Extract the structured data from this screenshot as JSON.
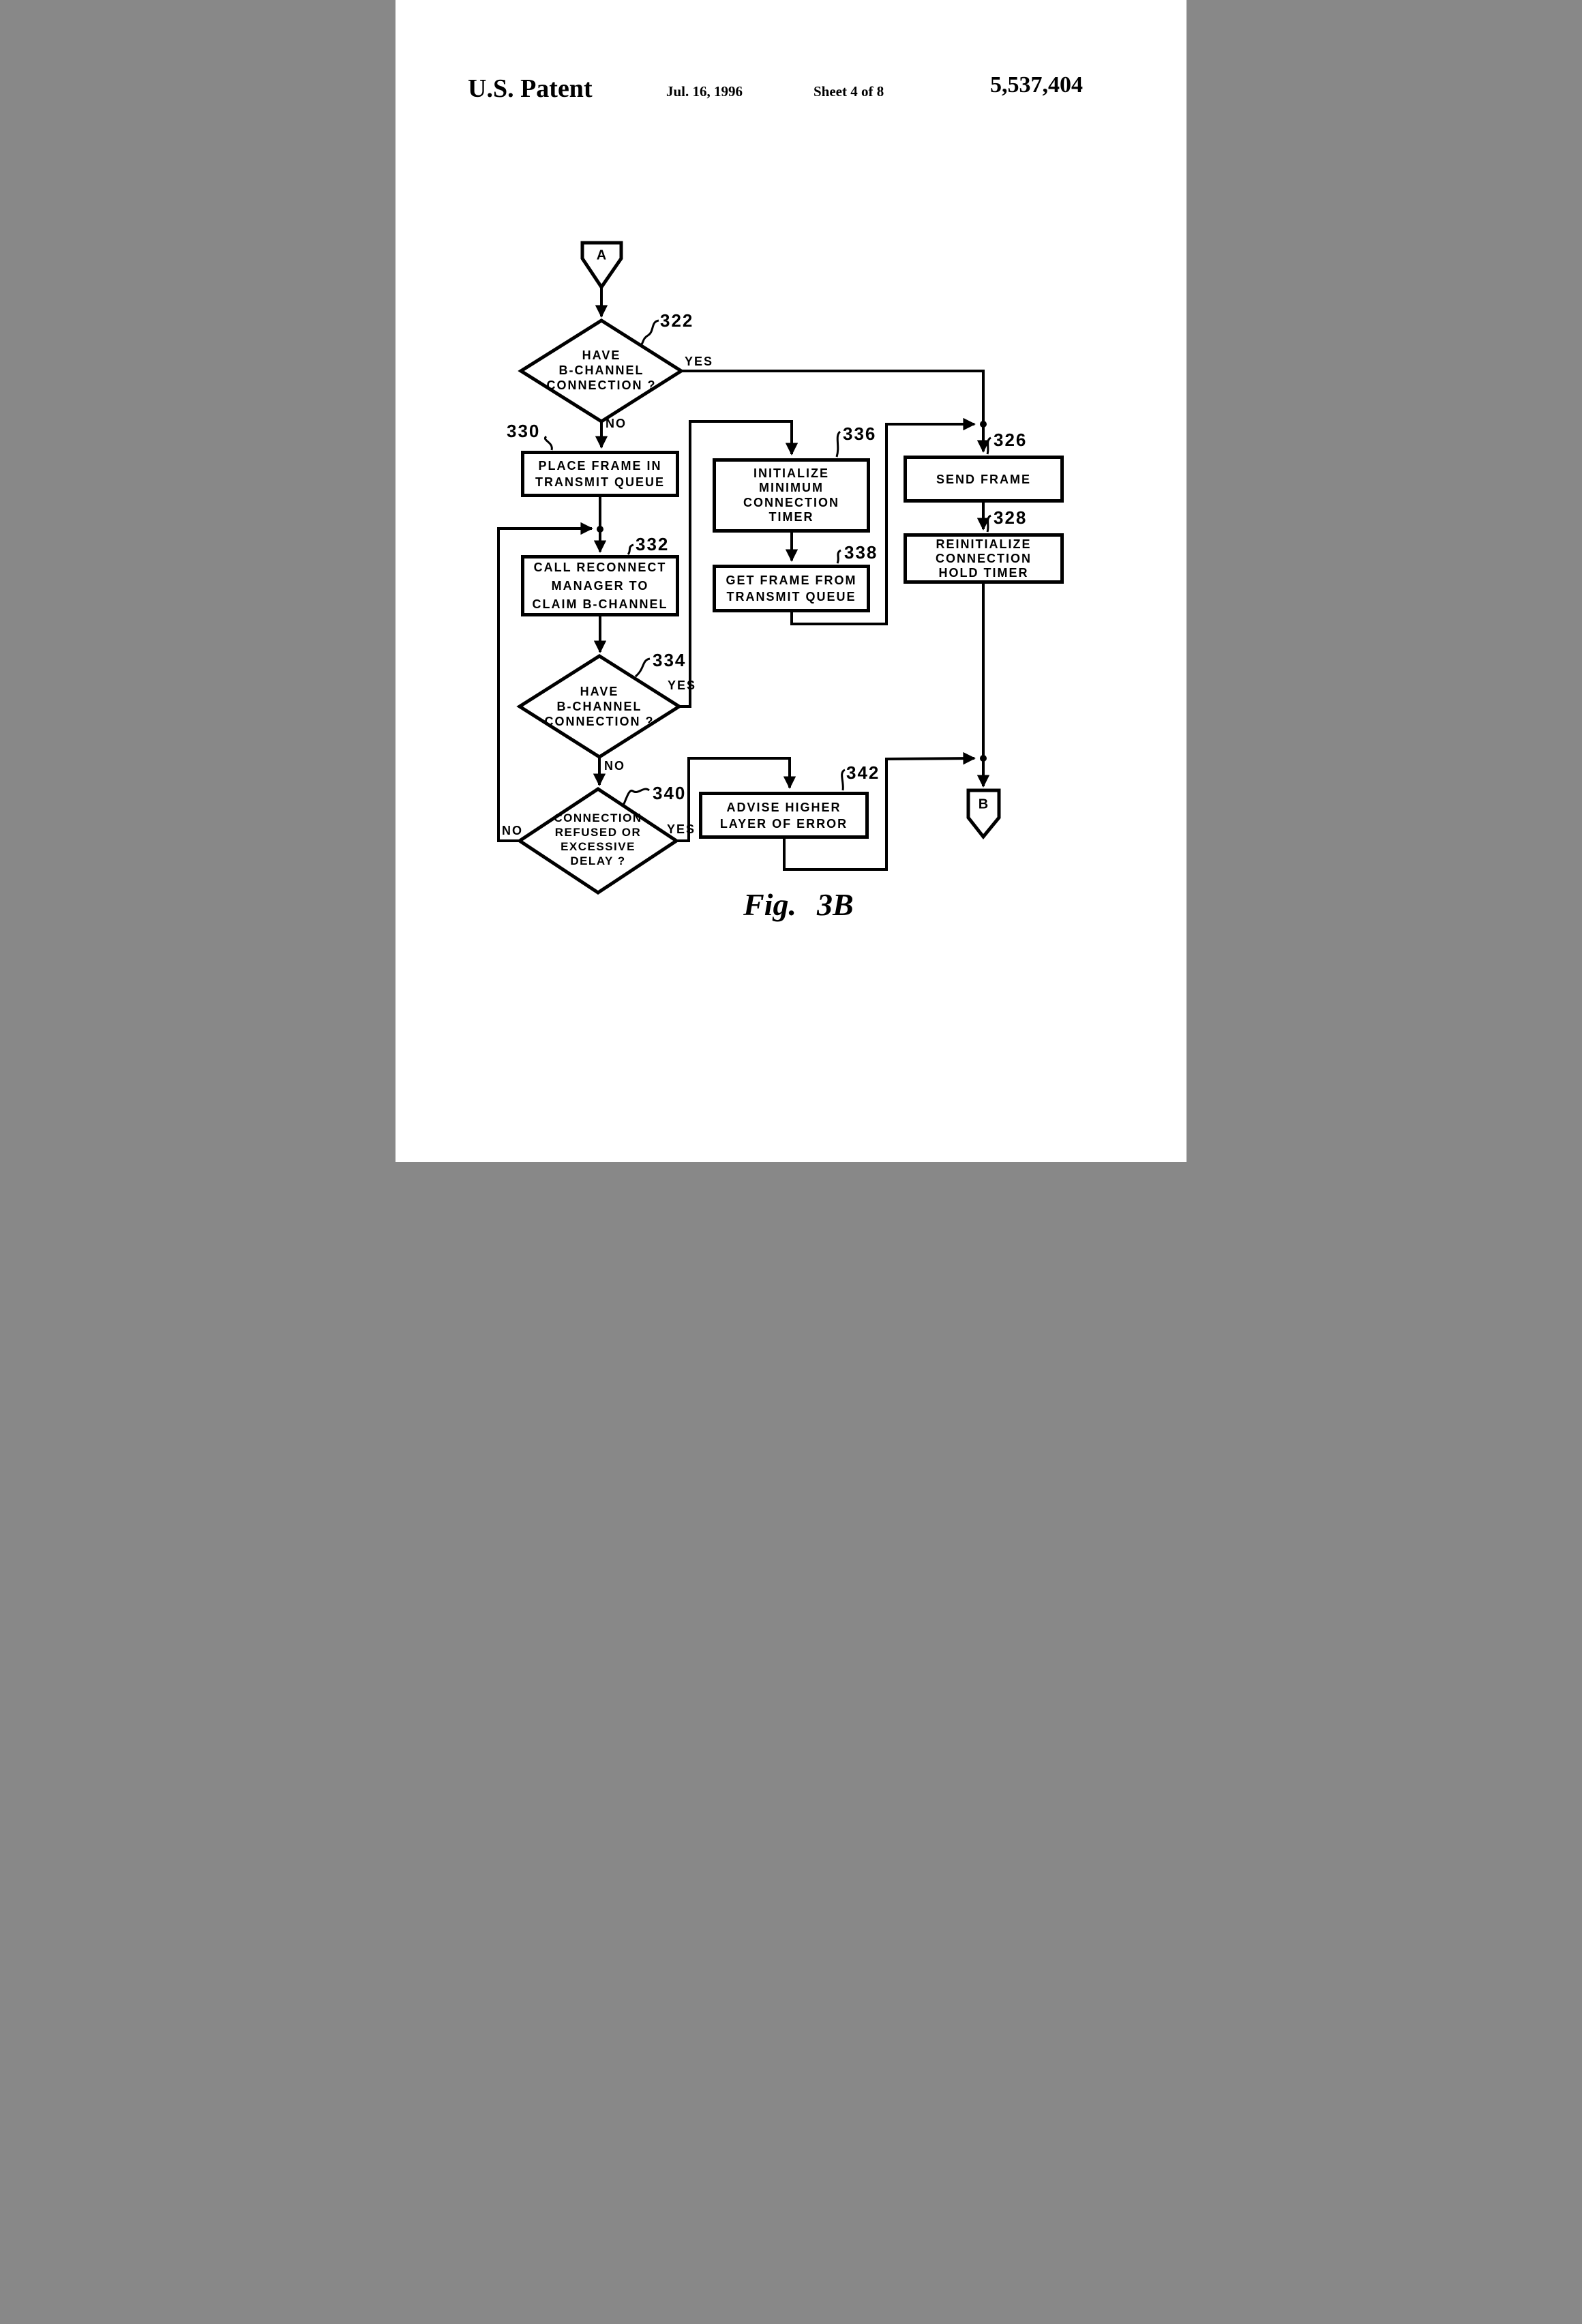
{
  "page": {
    "paper_color": "#ffffff",
    "ink_color": "#000000"
  },
  "header": {
    "title": "U.S. Patent",
    "date": "Jul. 16, 1996",
    "sheet": "Sheet 4 of 8",
    "patent_number": "5,537,404"
  },
  "figure_caption": {
    "prefix": "Fig.",
    "number": "3B"
  },
  "connectors": {
    "entry": "A",
    "exit": "B"
  },
  "nodes": {
    "d322": {
      "ref": "322",
      "text": "HAVE\nB-CHANNEL\nCONNECTION ?"
    },
    "p330": {
      "ref": "330",
      "text": "PLACE FRAME IN\nTRANSMIT QUEUE"
    },
    "p332": {
      "ref": "332",
      "text": "CALL RECONNECT\nMANAGER TO\nCLAIM B-CHANNEL"
    },
    "d334": {
      "ref": "334",
      "text": "HAVE\nB-CHANNEL\nCONNECTION ?"
    },
    "p336": {
      "ref": "336",
      "text": "INITIALIZE\nMINIMUM\nCONNECTION\nTIMER"
    },
    "p338": {
      "ref": "338",
      "text": "GET FRAME FROM\nTRANSMIT QUEUE"
    },
    "p326": {
      "ref": "326",
      "text": "SEND FRAME"
    },
    "p328": {
      "ref": "328",
      "text": "REINITIALIZE\nCONNECTION\nHOLD TIMER"
    },
    "d340": {
      "ref": "340",
      "text": "CONNECTION\nREFUSED OR\nEXCESSIVE\nDELAY ?"
    },
    "p342": {
      "ref": "342",
      "text": "ADVISE HIGHER\nLAYER OF ERROR"
    }
  },
  "edge_labels": {
    "yes322": "YES",
    "no322": "NO",
    "yes334": "YES",
    "no334": "NO",
    "yes340": "YES",
    "no340": "NO"
  }
}
